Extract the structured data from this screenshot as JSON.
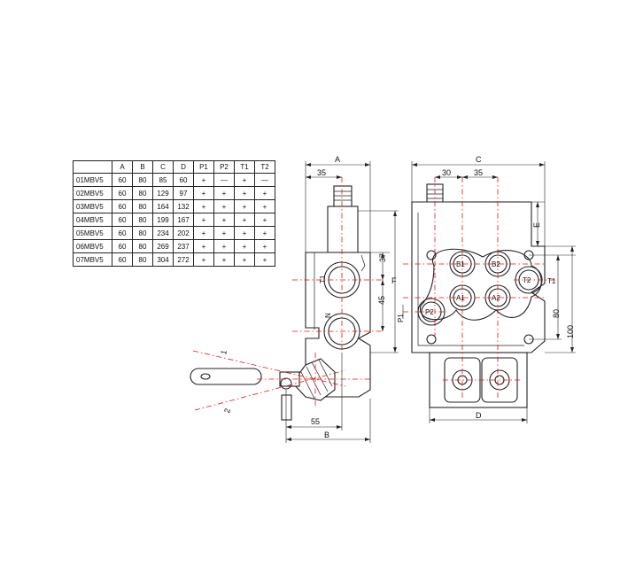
{
  "table": {
    "headers": [
      "",
      "A",
      "B",
      "C",
      "D",
      "P1",
      "P2",
      "T1",
      "T2"
    ],
    "rows": [
      [
        "01MBV5",
        "60",
        "80",
        "85",
        "60",
        "+",
        "—",
        "+",
        "—"
      ],
      [
        "02MBV5",
        "60",
        "80",
        "129",
        "97",
        "+",
        "+",
        "+",
        "+"
      ],
      [
        "03MBV5",
        "60",
        "80",
        "164",
        "132",
        "+",
        "+",
        "+",
        "+"
      ],
      [
        "04MBV5",
        "60",
        "80",
        "199",
        "167",
        "+",
        "+",
        "+",
        "+"
      ],
      [
        "05MBV5",
        "60",
        "80",
        "234",
        "202",
        "+",
        "+",
        "+",
        "+"
      ],
      [
        "06MBV5",
        "60",
        "80",
        "269",
        "237",
        "+",
        "+",
        "+",
        "+"
      ],
      [
        "07MBV5",
        "60",
        "80",
        "304",
        "272",
        "+",
        "+",
        "+",
        "+"
      ]
    ]
  },
  "side_view": {
    "dim_A": "A",
    "dim_35": "35",
    "dim_37": "37",
    "dim_45": "45",
    "dim_F": "F",
    "dim_55": "55",
    "dim_B": "B",
    "port_T1": "T1",
    "port_N": "N",
    "lever_pos_1": "1",
    "lever_pos_2": "2"
  },
  "front_view": {
    "dim_C": "C",
    "dim_30": "30",
    "dim_35": "35",
    "dim_E": "E",
    "dim_80": "80",
    "dim_100": "100",
    "dim_D": "D",
    "dim_P1": "P1",
    "dim_T1": "T1",
    "port_B1": "B1",
    "port_B2": "B2",
    "port_A1": "A1",
    "port_A2": "A2",
    "port_T2": "T2",
    "port_P2": "P2"
  },
  "colors": {
    "line": "#222222",
    "centerline": "#ee1111"
  }
}
